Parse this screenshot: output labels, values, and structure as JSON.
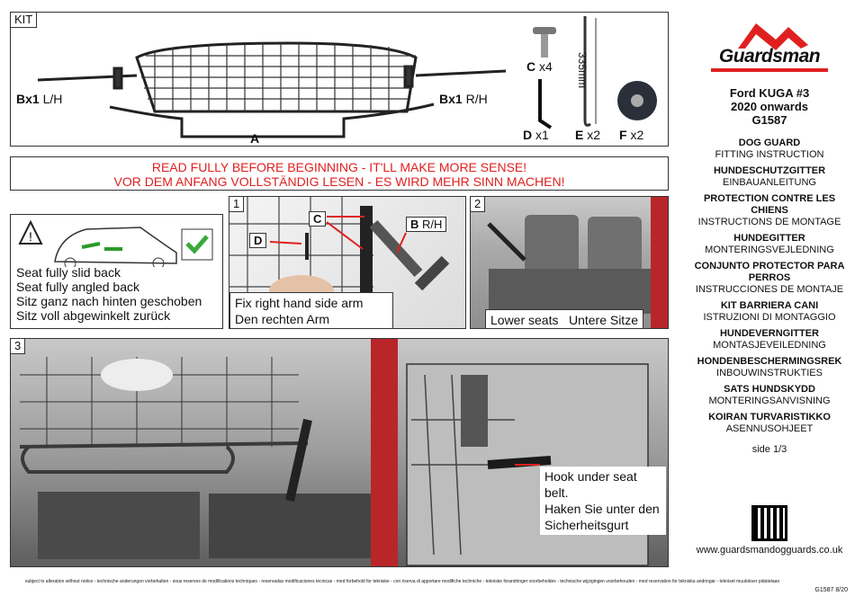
{
  "kit": {
    "title": "KIT",
    "left_arm_code": "Bx1",
    "left_arm_side": "L/H",
    "right_arm_code": "Bx1",
    "right_arm_side": "R/H",
    "part_a": "A",
    "screw_code": "C",
    "screw_qty": "x4",
    "key_code": "D",
    "key_qty": "x1",
    "hook_code": "E",
    "hook_qty": "x2",
    "knob_code": "F",
    "knob_qty": "x2",
    "hook_length": "335mm"
  },
  "warning": {
    "line1": "READ FULLY BEFORE BEGINNING - IT'LL MAKE MORE SENSE!",
    "line2": "VOR DEM ANFANG VOLLSTÄNDIG LESEN - ES WIRD MEHR SINN MACHEN!"
  },
  "seat_note": {
    "line1": "Seat fully slid back",
    "line2": "Seat fully angled back",
    "line3": "Sitz ganz nach hinten geschoben",
    "line4": "Sitz voll abgewinkelt zurück"
  },
  "step1": {
    "number": "1",
    "label_c": "C",
    "label_d": "D",
    "label_b": "B",
    "label_b_side": "R/H",
    "caption1": "Fix right hand side arm",
    "caption2": "Den rechten Arm befestigen"
  },
  "step2": {
    "number": "2",
    "caption1": "Lower seats",
    "caption2": "Untere Sitze"
  },
  "step3": {
    "number": "3",
    "caption1": "Hook under seat belt.",
    "caption2": "Haken Sie unter den",
    "caption3": "Sicherheitsgurt"
  },
  "brand": {
    "name": "Guardsman",
    "model": "Ford KUGA #3",
    "years": "2020 onwards",
    "code": "G1587",
    "website": "www.guardsmandogguards.co.uk",
    "side": "side 1/3",
    "accent": "#e02020"
  },
  "languages": [
    {
      "h": "DOG GUARD",
      "s": "FITTING INSTRUCTION"
    },
    {
      "h": "HUNDESCHUTZGITTER",
      "s": "EINBAUANLEITUNG"
    },
    {
      "h": "PROTECTION CONTRE LES CHIENS",
      "s": "INSTRUCTIONS DE MONTAGE"
    },
    {
      "h": "HUNDEGITTER",
      "s": "MONTERINGSVEJLEDNING"
    },
    {
      "h": "CONJUNTO PROTECTOR PARA PERROS",
      "s": "INSTRUCCIONES DE MONTAJE"
    },
    {
      "h": "KIT BARRIERA CANI",
      "s": "ISTRUZIONI DI MONTAGGIO"
    },
    {
      "h": "HUNDEVERNGITTER",
      "s": "MONTASJEVEILEDNING"
    },
    {
      "h": "HONDENBESCHERMINGSREK",
      "s": "INBOUWINSTRUKTIES"
    },
    {
      "h": "SATS HUNDSKYDD",
      "s": "MONTERINGSANVISNING"
    },
    {
      "h": "KOIRAN TURVARISTIKKO",
      "s": "ASENNUSOHJEET"
    }
  ],
  "footer": {
    "disclaimer": "subject to alteration without notice - technische anderungen vorbehalten - sous reserves de modifications techniques - reservadas modificaciones tecnicas - med forbehold for tekniske - con riserva di apportare modifiche techniche - tekniske forandringer voorbeholdes - technische wijzigingen voorbehouden - med reservation for tekniska andringar - tekniset muutokser pidatetaan",
    "doc_ref": "G1587 8/20"
  }
}
